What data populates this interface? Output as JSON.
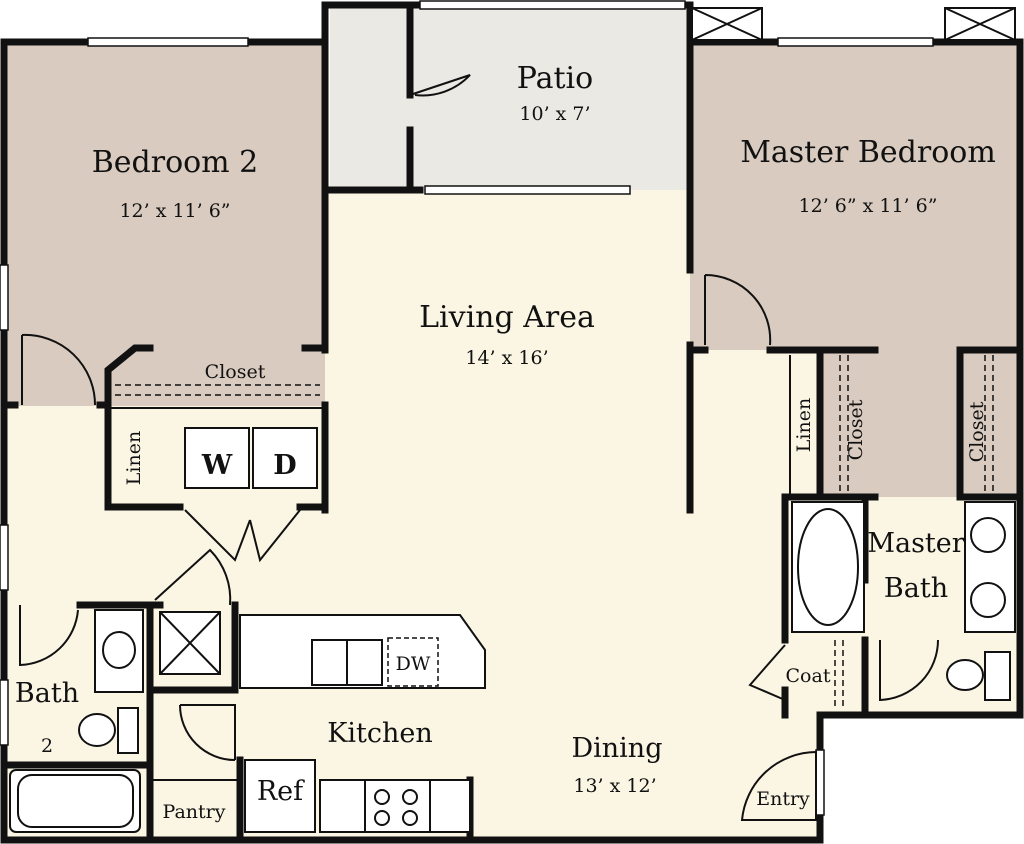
{
  "colors": {
    "bedroom": "#d9cbbf",
    "living": "#fbf6e4",
    "patio": "#ebe9e3",
    "wall": "#111111"
  },
  "rooms": {
    "bedroom2": {
      "name": "Bedroom 2",
      "size": "12’ x 11’ 6”"
    },
    "patio": {
      "name": "Patio",
      "size": "10’ x 7’"
    },
    "master_bedroom": {
      "name": "Master Bedroom",
      "size": "12’ 6” x 11’ 6”"
    },
    "living": {
      "name": "Living Area",
      "size": "14’ x 16’"
    },
    "dining": {
      "name": "Dining",
      "size": "13’ x 12’"
    },
    "kitchen": {
      "name": "Kitchen"
    },
    "master_bath": {
      "name_line1": "Master",
      "name_line2": "Bath"
    },
    "bath2": {
      "name_line1": "Bath",
      "name_line2": "2"
    }
  },
  "labels": {
    "closet": "Closet",
    "linen": "Linen",
    "washer": "W",
    "dryer": "D",
    "dw": "DW",
    "ref": "Ref",
    "pantry": "Pantry",
    "coat": "Coat",
    "entry": "Entry"
  }
}
